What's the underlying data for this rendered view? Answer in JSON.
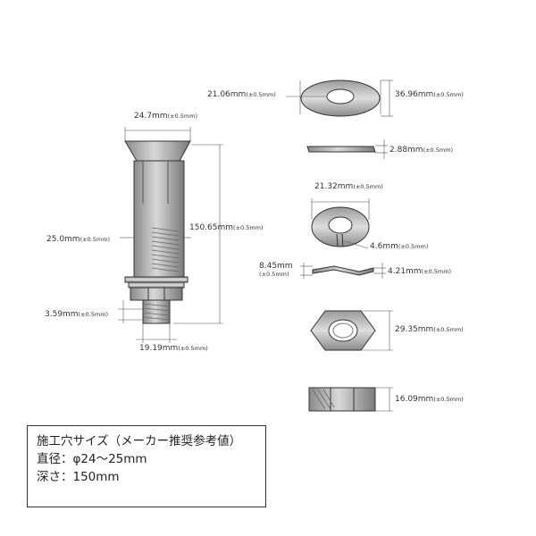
{
  "dimensions": {
    "washer_inner": {
      "value": "21.06mm",
      "tol": "(±0.5mm)"
    },
    "washer_outer": {
      "value": "36.96mm",
      "tol": "(±0.5mm)"
    },
    "washer_thickness": {
      "value": "2.88mm",
      "tol": "(±0.5mm)"
    },
    "spring_inner": {
      "value": "21.32mm",
      "tol": "(±0.5mm)"
    },
    "spring_gap": {
      "value": "4.6mm",
      "tol": "(±0.5mm)"
    },
    "spring_height": {
      "value": "8.45mm",
      "tol": "(±0.5mm)"
    },
    "spring_thickness": {
      "value": "4.21mm",
      "tol": "(±0.5mm)"
    },
    "nut_width": {
      "value": "29.35mm",
      "tol": "(±0.5mm)"
    },
    "nut_height": {
      "value": "16.09mm",
      "tol": "(±0.5mm)"
    },
    "sleeve_top": {
      "value": "24.7mm",
      "tol": "(±0.5mm)"
    },
    "sleeve_body": {
      "value": "25.0mm",
      "tol": "(±0.5mm)"
    },
    "overall_length": {
      "value": "150.65mm",
      "tol": "(±0.5mm)"
    },
    "bolt_protrusion": {
      "value": "3.59mm",
      "tol": "(±0.5mm)"
    },
    "bolt_diameter": {
      "value": "19.19mm",
      "tol": "(±0.5mm)"
    }
  },
  "note": {
    "title": "施工穴サイズ（メーカー推奨参考値）",
    "diameter": "直径：φ24～25mm",
    "depth": "深さ：150mm"
  }
}
